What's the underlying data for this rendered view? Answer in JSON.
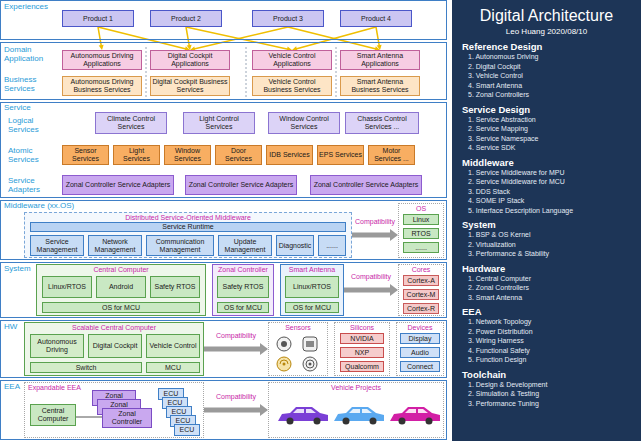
{
  "diagram": {
    "title": "Digital Architecture",
    "nodes": [
      {
        "text": [
          "Experiences"
        ]
      },
      {
        "text": [
          "Product 1"
        ],
        "in": 0
      },
      {
        "text": [
          "Product 2"
        ],
        "in": 0
      },
      {
        "text": [
          "Product 3"
        ],
        "in": 0
      },
      {
        "text": [
          "Product 4"
        ],
        "in": 0
      },
      {
        "text": [
          "Domain Application",
          "Business Services"
        ]
      },
      {
        "text": [
          "Autonomous Driving Applications"
        ],
        "in": 5
      },
      {
        "text": [
          "Digital Cockpit Applications"
        ],
        "in": 5
      },
      {
        "text": [
          "Vehicle Control Applications"
        ],
        "in": 5
      },
      {
        "text": [
          "Smart Antenna Applications"
        ],
        "in": 5
      },
      {
        "text": [
          "Autonomous Driving Business Services"
        ],
        "in": 5
      },
      {
        "text": [
          "Digital Cockpit Business Services"
        ],
        "in": 5
      },
      {
        "text": [
          "Vehicle Control Business Services"
        ],
        "in": 5
      },
      {
        "text": [
          "Smart Antenna Business Services"
        ],
        "in": 5
      },
      {
        "text": [
          "Service",
          "Logical Services",
          "Atomic Services",
          "Service Adapters"
        ]
      },
      {
        "text": [
          "Climate Control Services"
        ],
        "in": 14
      },
      {
        "text": [
          "Light Control Services"
        ],
        "in": 14
      },
      {
        "text": [
          "Window Control Services"
        ],
        "in": 14
      },
      {
        "text": [
          "Chassis Control Services ..."
        ],
        "in": 14
      },
      {
        "text": [
          "Sensor Services"
        ],
        "in": 14
      },
      {
        "text": [
          "Light Services"
        ],
        "in": 14
      },
      {
        "text": [
          "Window Services"
        ],
        "in": 14
      },
      {
        "text": [
          "Door Services"
        ],
        "in": 14
      },
      {
        "text": [
          "IDB Services"
        ],
        "in": 14
      },
      {
        "text": [
          "EPS Services"
        ],
        "in": 14
      },
      {
        "text": [
          "Motor Services ..."
        ],
        "in": 14
      },
      {
        "text": [
          "Zonal Controller Service Adapters"
        ],
        "in": 14
      },
      {
        "text": [
          "Zonal Controller Service Adapters"
        ],
        "in": 14
      },
      {
        "text": [
          "Zonal Controller Service Adapters"
        ],
        "in": 14
      },
      {
        "text": [
          "Middleware (xx.OS)"
        ]
      },
      {
        "text": [
          "Distributed Service-Oriented Middleware"
        ],
        "in": 29
      },
      {
        "text": [
          "Service Runtime"
        ],
        "in": 30
      },
      {
        "text": [
          "Service Management"
        ],
        "in": 30
      },
      {
        "text": [
          "Network Management"
        ],
        "in": 30
      },
      {
        "text": [
          "Communication Management"
        ],
        "in": 30
      },
      {
        "text": [
          "Update Management"
        ],
        "in": 30
      },
      {
        "text": [
          "Diagnostic"
        ],
        "in": 30
      },
      {
        "text": [
          "......"
        ],
        "in": 30
      },
      {
        "text": [
          "OS"
        ],
        "in": 29
      },
      {
        "text": [
          "Linux"
        ],
        "in": 38
      },
      {
        "text": [
          "RTOS"
        ],
        "in": 38
      },
      {
        "text": [
          "......"
        ],
        "in": 38
      },
      {
        "text": [
          "System"
        ]
      },
      {
        "text": [
          "Central Computer"
        ],
        "in": 42
      },
      {
        "text": [
          "Linux/RTOS"
        ],
        "in": 43
      },
      {
        "text": [
          "Android"
        ],
        "in": 43
      },
      {
        "text": [
          "Safety RTOS"
        ],
        "in": 43
      },
      {
        "text": [
          "OS for MCU"
        ],
        "in": 43
      },
      {
        "text": [
          "Zonal Controller"
        ],
        "in": 42
      },
      {
        "text": [
          "Safety RTOS"
        ],
        "in": 48
      },
      {
        "text": [
          "OS for MCU"
        ],
        "in": 48
      },
      {
        "text": [
          "Smart Antenna"
        ],
        "in": 42
      },
      {
        "text": [
          "Linux/RTOS"
        ],
        "in": 51
      },
      {
        "text": [
          "OS for MCU"
        ],
        "in": 51
      },
      {
        "text": [
          "Cores"
        ],
        "in": 42
      },
      {
        "text": [
          "Cortex-A"
        ],
        "in": 54
      },
      {
        "text": [
          "Cortex-M"
        ],
        "in": 54
      },
      {
        "text": [
          "Cortex-R"
        ],
        "in": 54
      },
      {
        "text": [
          "HW"
        ]
      },
      {
        "text": [
          "Scalable Central Computer"
        ],
        "in": 58
      },
      {
        "text": [
          "Autonomous Driving"
        ],
        "in": 59
      },
      {
        "text": [
          "Digital Cockpit"
        ],
        "in": 59
      },
      {
        "text": [
          "Vehicle Control"
        ],
        "in": 59
      },
      {
        "text": [
          "Switch"
        ],
        "in": 59
      },
      {
        "text": [
          "MCU"
        ],
        "in": 59
      },
      {
        "text": [
          "Sensors"
        ],
        "in": 58
      },
      {
        "text": [
          "Silicons"
        ],
        "in": 58
      },
      {
        "text": [
          "NVIDIA"
        ],
        "in": 66
      },
      {
        "text": [
          "NXP"
        ],
        "in": 66
      },
      {
        "text": [
          "Qualcomm"
        ],
        "in": 66
      },
      {
        "text": [
          "Devices"
        ],
        "in": 58
      },
      {
        "text": [
          "Display"
        ],
        "in": 70
      },
      {
        "text": [
          "Audio"
        ],
        "in": 70
      },
      {
        "text": [
          "Connect"
        ],
        "in": 70
      },
      {
        "text": [
          "EEA"
        ]
      },
      {
        "text": [
          "Expandable EEA"
        ],
        "in": 74
      },
      {
        "text": [
          "Central Computer"
        ],
        "in": 75
      },
      {
        "text": [
          "Zonal"
        ],
        "in": 75
      },
      {
        "text": [
          "Zonal"
        ],
        "in": 75
      },
      {
        "text": [
          "Zonal Controller"
        ],
        "in": 75
      },
      {
        "text": [
          "ECU"
        ],
        "in": 75
      },
      {
        "text": [
          "ECU"
        ],
        "in": 75
      },
      {
        "text": [
          "ECU"
        ],
        "in": 75
      },
      {
        "text": [
          "ECU"
        ],
        "in": 75
      },
      {
        "text": [
          "ECU"
        ],
        "in": 75
      },
      {
        "text": [
          "Vehicle Projects"
        ],
        "in": 74
      },
      {
        "text": [
          "Leo Huang 2020/08/10",
          "Reference Design",
          "1. Autonomous Driving",
          "2. Digital Cockpit",
          "3. Vehicle Control",
          "4. Smart Antenna",
          "5. Zonal Controllers",
          "Service Design",
          "1. Service Abstraction",
          "2. Service Mapping",
          "3. Service Namespace",
          "4. Service SDK",
          "Middleware",
          "1. Service Middleware for MPU",
          "2. Service Middleware for MCU",
          "3. DDS Stack",
          "4. SOME IP Stack",
          "5. Interface Description Language",
          "System",
          "1. BSP & OS Kernel",
          "2. Virtualization",
          "3. Performance & Stability",
          "Hardware",
          "1. Central Computer",
          "2. Zonal Controllers",
          "3. Smart Antenna",
          "EEA",
          "1. Network Topology",
          "2. Power Distribution",
          "3. Wiring Harness",
          "4. Functional Safety",
          "5. Function Design",
          "Toolchain",
          "1. Design & Development",
          "2. Simulation & Testing",
          "3. Performance Tuning"
        ]
      }
    ],
    "edges": [
      {
        "from": 1,
        "to": 6,
        "arrow": "to"
      },
      {
        "from": 1,
        "to": 7,
        "arrow": "to"
      },
      {
        "from": 2,
        "to": 7,
        "arrow": "to"
      },
      {
        "from": 2,
        "to": 8,
        "arrow": "to"
      },
      {
        "from": 3,
        "to": 7,
        "arrow": "to"
      },
      {
        "from": 3,
        "to": 9,
        "arrow": "to"
      },
      {
        "from": 4,
        "to": 8,
        "arrow": "to"
      },
      {
        "from": 4,
        "to": 9,
        "arrow": "to"
      },
      {
        "from": 30,
        "to": 38,
        "label": "Compatibility",
        "arrow": "to"
      },
      {
        "from": 51,
        "to": 54,
        "label": "Compatibility",
        "arrow": "to"
      },
      {
        "from": 59,
        "to": 65,
        "label": "Compatibility",
        "arrow": "to"
      },
      {
        "from": 75,
        "to": 85,
        "label": "Compatibility",
        "arrow": "to"
      },
      {
        "from": 76,
        "to": 79,
        "arrow": "none"
      }
    ]
  }
}
